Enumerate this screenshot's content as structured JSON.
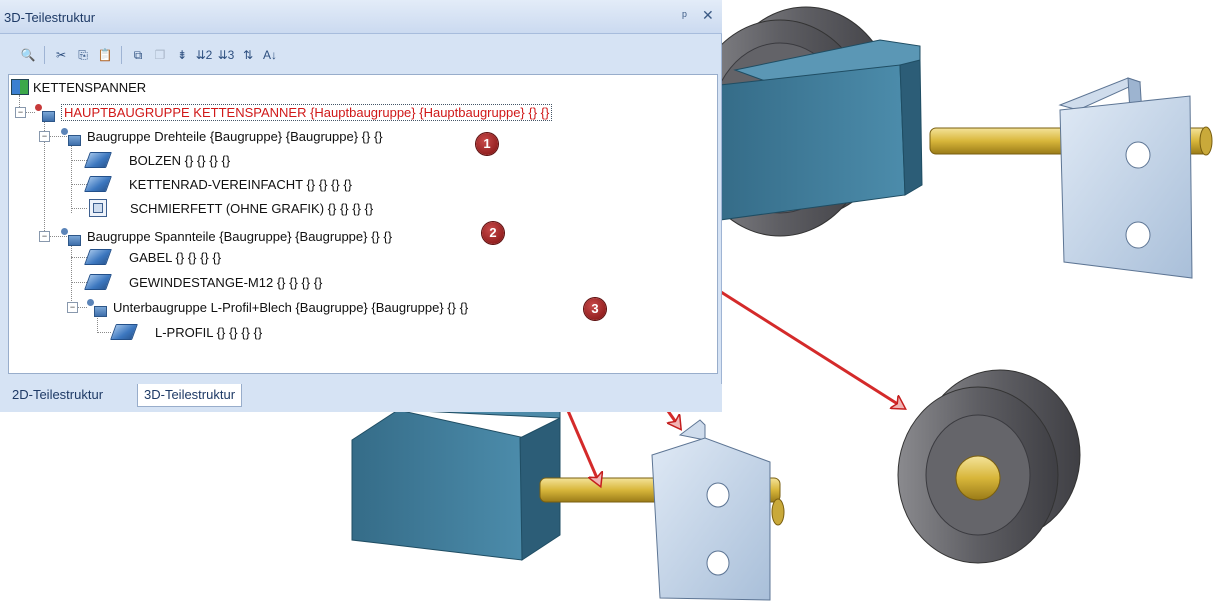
{
  "panel": {
    "title": "3D-Teilestruktur",
    "pin_glyph": "ᵖ",
    "close_glyph": "✕"
  },
  "toolbar": {
    "icons": [
      "preview-icon",
      "cut-icon",
      "copy-icon",
      "paste-icon",
      "insert-icon",
      "paste-disabled-icon",
      "sort-levels-icon",
      "level-2-icon",
      "level-3-icon",
      "sort-icon",
      "sort-az-icon"
    ],
    "glyphs": [
      "🔍",
      "✂",
      "⎘",
      "📋",
      "⧉",
      "❐",
      "⇟",
      "⇊2",
      "⇊3",
      "⇅",
      "A↓"
    ]
  },
  "tree": {
    "root": "KETTENSPANNER",
    "main": "HAUPTBAUGRUPPE KETTENSPANNER {Hauptbaugruppe} {Hauptbaugruppe} {} {}",
    "group1": "Baugruppe Drehteile {Baugruppe} {Baugruppe} {} {}",
    "bolzen": "BOLZEN {} {} {} {}",
    "kettenrad": "KETTENRAD-VEREINFACHT {} {} {} {}",
    "schmierfett": "SCHMIERFETT (OHNE GRAFIK) {} {} {} {}",
    "group2": "Baugruppe Spannteile {Baugruppe} {Baugruppe} {} {}",
    "gabel": "GABEL {} {} {} {}",
    "gewinde": "GEWINDESTANGE-M12 {} {} {} {}",
    "unter": "Unterbaugruppe L-Profil+Blech {Baugruppe} {Baugruppe} {} {}",
    "lprofil": "L-PROFIL {} {} {} {}",
    "expand_glyph": "−"
  },
  "tabs": {
    "tab1": "2D-Teilestruktur",
    "tab2": "3D-Teilestruktur"
  },
  "badges": {
    "b1": "1",
    "b2": "2",
    "b3": "3"
  },
  "colors": {
    "highlight_text": "#d01818",
    "arrow": "#d42a2a",
    "part_teal": "#3d7894",
    "wheel": "#6e6e72",
    "bolt": "#e0c34a",
    "sheet": "#b9cde4"
  }
}
